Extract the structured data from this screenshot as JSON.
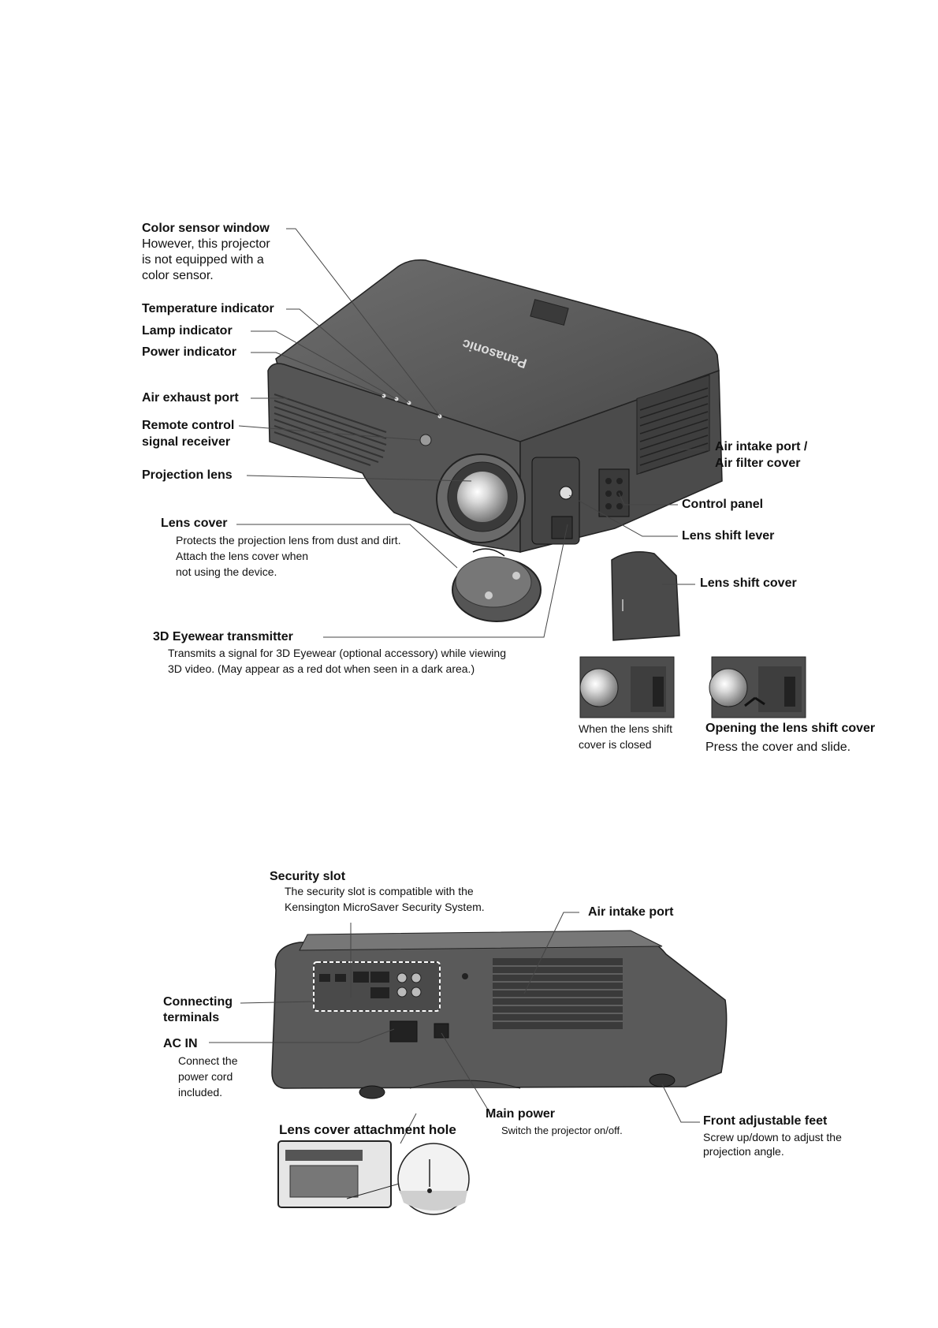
{
  "front_view": {
    "color_sensor": {
      "title": "Color sensor window",
      "desc": [
        "However, this projector",
        "is not equipped with a",
        "color sensor."
      ]
    },
    "temperature_indicator": "Temperature indicator",
    "lamp_indicator": "Lamp indicator",
    "power_indicator": "Power indicator",
    "air_exhaust_port": "Air exhaust port",
    "remote_receiver": [
      "Remote control",
      "signal receiver"
    ],
    "projection_lens": "Projection lens",
    "lens_cover": {
      "title": "Lens cover",
      "desc": [
        "Protects the projection lens from dust and dirt.",
        "Attach the lens cover when",
        "not using the device."
      ]
    },
    "eyewear_transmitter": {
      "title": "3D Eyewear transmitter",
      "desc": [
        "Transmits a signal for  3D Eyewear (optional  accessory) while viewing",
        "3D video. (May appear as  a red dot when seen in a  dark area.)"
      ]
    },
    "air_intake_filter": [
      "Air intake port /",
      "Air filter cover"
    ],
    "control_panel": "Control panel",
    "lens_shift_lever": "Lens shift lever",
    "lens_shift_cover": "Lens shift cover",
    "brand": "Panasonic",
    "inset_closed": [
      "When the lens shift",
      "cover is closed"
    ],
    "inset_open": {
      "title": "Opening the lens shift cover",
      "desc": "Press the cover and  slide."
    }
  },
  "rear_view": {
    "security_slot": {
      "title": "Security slot",
      "desc": [
        "The security slot is compatible with the",
        "Kensington MicroSaver Security System."
      ]
    },
    "air_intake_port": "Air intake port",
    "connecting_terminals": [
      "Connecting",
      "terminals"
    ],
    "ac_in": {
      "title": "AC IN",
      "desc": [
        "Connect the",
        "power cord",
        "included."
      ]
    },
    "main_power": {
      "title": "Main power",
      "desc": "Switch the projector on/off."
    },
    "front_feet": {
      "title": "Front adjustable feet",
      "desc": [
        "Screw up/down to adjust the",
        "projection angle."
      ]
    },
    "lens_cover_hole": "Lens cover attachment hole"
  }
}
